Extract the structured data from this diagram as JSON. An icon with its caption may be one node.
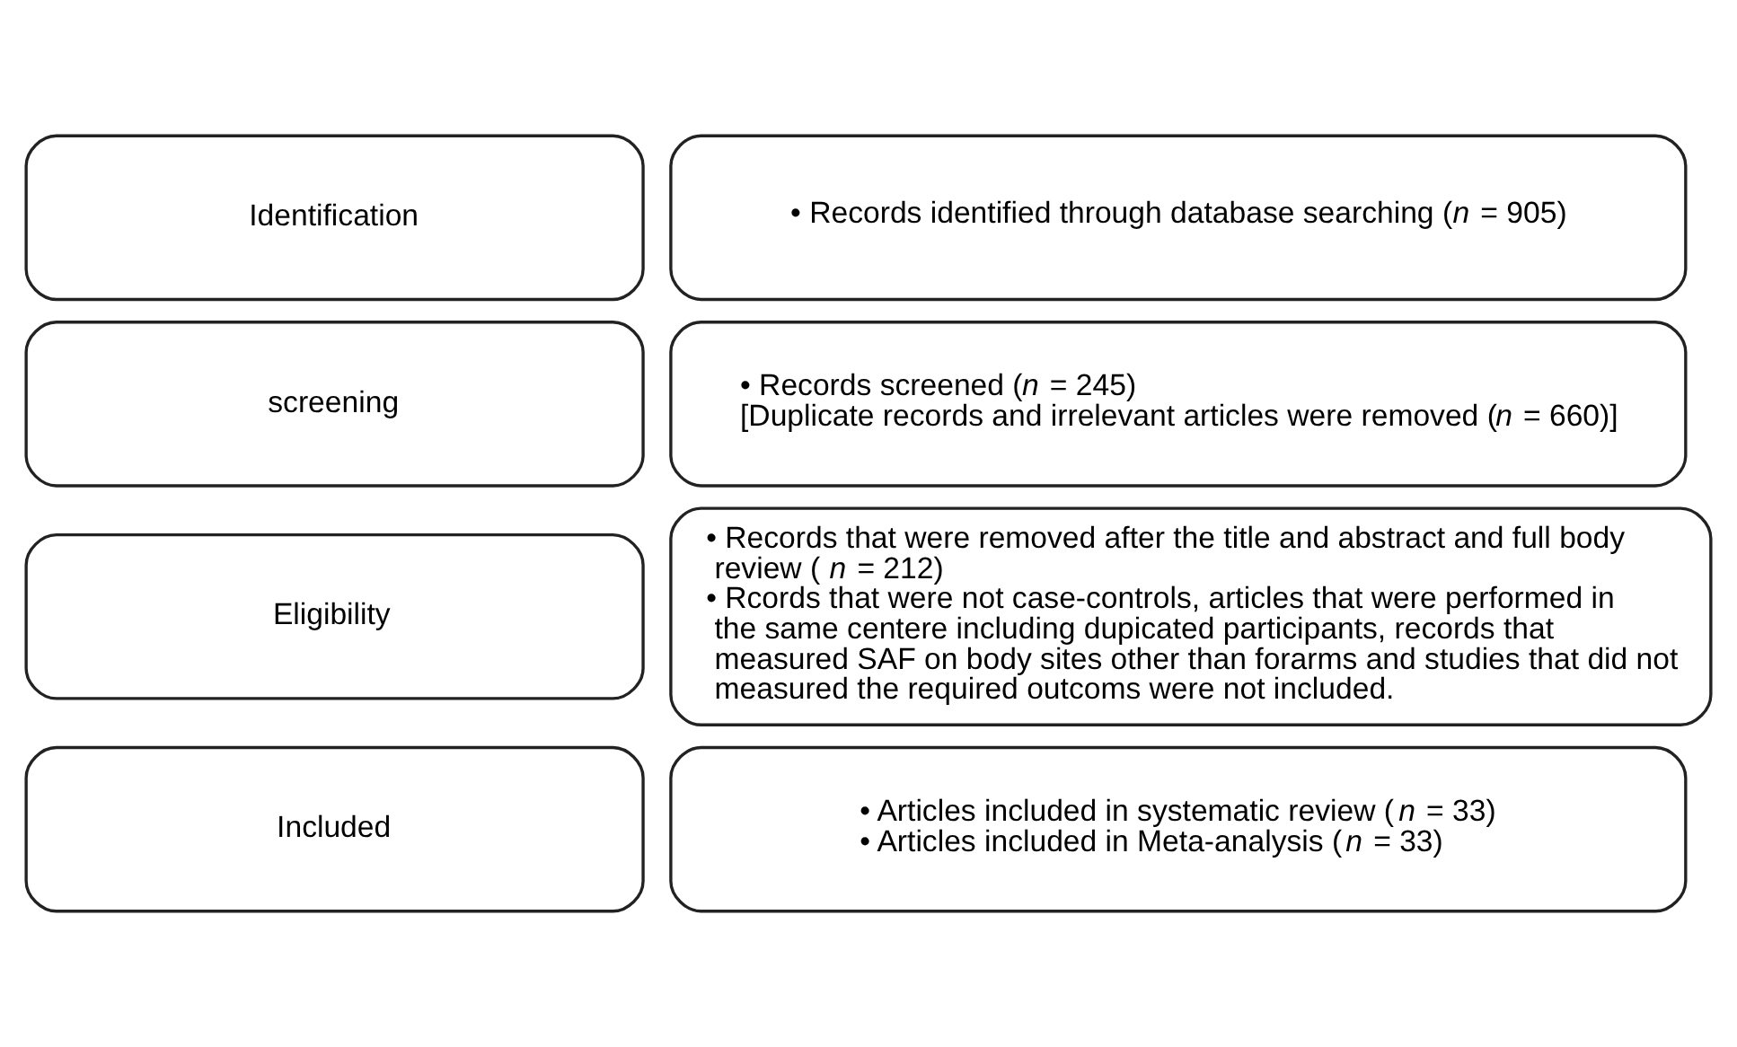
{
  "diagram": {
    "nodes": [
      {
        "text": [
          "Identification"
        ]
      },
      {
        "text": [
          "• Records identified through database searching (*n* = 905)"
        ]
      },
      {
        "text": [
          "screening"
        ]
      },
      {
        "text": [
          "• Records screened (*n* = 245)",
          "[Duplicate records and irrelevant articles were removed (*n* = 660)]"
        ]
      },
      {
        "text": [
          "Eligibility"
        ]
      },
      {
        "text": [
          "• Records that were removed after the title and abstract and full body review (*n* = 212)",
          "• Rcords that were not case-controls, articles that were performed in the same centere including dupicated participants, records that measured SAF on body sites other than forarms and studies that did not measured the required outcoms were not included."
        ]
      },
      {
        "text": [
          "Included"
        ]
      },
      {
        "text": [
          "• Articles included in systematic review (*n* = 33)",
          "• Articles included in Meta-analysis (*n* = 33)"
        ]
      }
    ],
    "edges": []
  }
}
